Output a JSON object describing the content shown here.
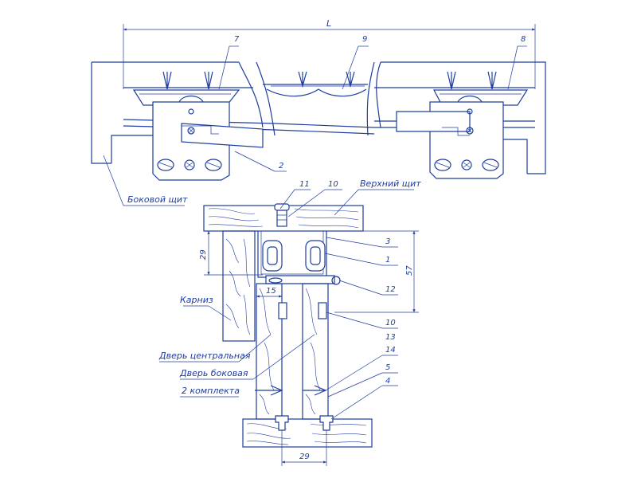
{
  "labels": {
    "dim_L": "L",
    "side_panel": "Боковой щит",
    "top_panel": "Верхний щит",
    "cornice": "Карниз",
    "door_center": "Дверь центральная",
    "door_side": "Дверь боковая",
    "two_sets": "2 комплекта"
  },
  "callouts": [
    "7",
    "9",
    "8",
    "2",
    "11",
    "10",
    "3",
    "1",
    "12",
    "10",
    "13",
    "14",
    "5",
    "4"
  ],
  "dimensions": {
    "d29_vertical": "29",
    "d15": "15",
    "d57": "57",
    "d29_bottom": "29"
  }
}
